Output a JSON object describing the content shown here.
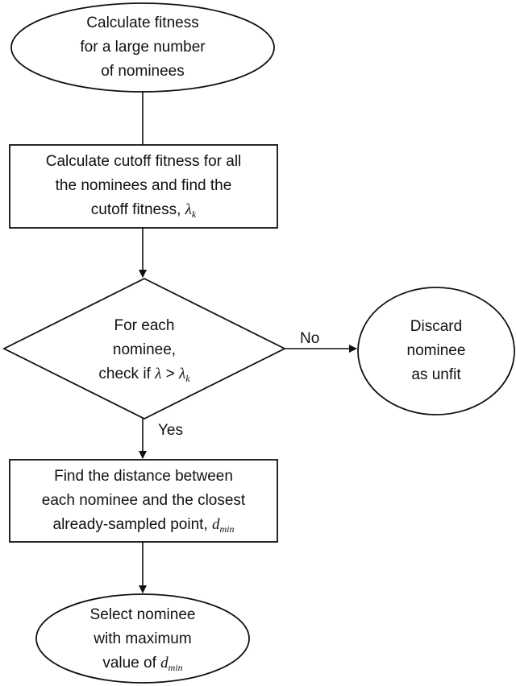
{
  "nodes": {
    "start": {
      "lines": [
        "Calculate fitness",
        "for a large number",
        "of nominees"
      ]
    },
    "cutoff": {
      "lines": [
        "Calculate cutoff fitness for all",
        "the nominees and find the"
      ],
      "last_line_prefix": "cutoff fitness, ",
      "symbol": "λ",
      "subscript": "k"
    },
    "decision": {
      "lines": [
        "For each",
        "nominee,"
      ],
      "check_prefix": "check if ",
      "symbol": "λ",
      "operator": " > ",
      "symbol2": "λ",
      "subscript": "k"
    },
    "discard": {
      "lines": [
        "Discard",
        "nominee",
        "as unfit"
      ]
    },
    "distance": {
      "lines": [
        "Find the distance between",
        "each nominee and the closest"
      ],
      "last_line_prefix": "already-sampled point, ",
      "symbol": "d",
      "subscript": "min"
    },
    "select": {
      "lines": [
        "Select nominee",
        "with maximum"
      ],
      "last_line_prefix": "value of ",
      "symbol": "d",
      "subscript": "min"
    }
  },
  "edges": {
    "no_label": "No",
    "yes_label": "Yes"
  }
}
